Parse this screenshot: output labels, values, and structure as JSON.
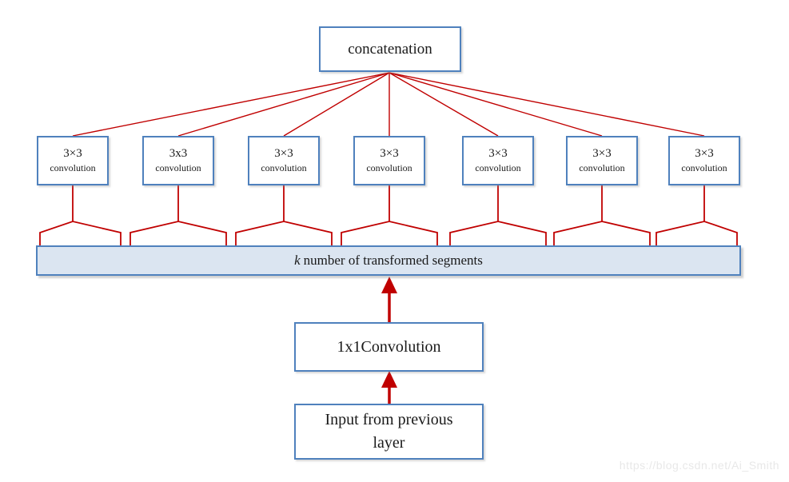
{
  "colors": {
    "box_border": "#4f81bd",
    "red": "#c00000",
    "bar_fill": "#dbe5f1",
    "text": "#1a1a1a",
    "watermark": "#e8e8e8",
    "bg": "#ffffff"
  },
  "nodes": {
    "concatenation": {
      "label": "concatenation"
    },
    "conv_boxes": [
      {
        "size": "3×3",
        "name": "convolution"
      },
      {
        "size": "3x3",
        "name": "convolution"
      },
      {
        "size": "3×3",
        "name": "convolution"
      },
      {
        "size": "3×3",
        "name": "convolution"
      },
      {
        "size": "3×3",
        "name": "convolution"
      },
      {
        "size": "3×3",
        "name": "convolution"
      },
      {
        "size": "3×3",
        "name": "convolution"
      }
    ],
    "segments_bar": {
      "k": "k",
      "rest": "number of transformed segments"
    },
    "conv1x1": {
      "label": "1x1Convolution"
    },
    "input": {
      "line1": "Input from previous",
      "line2": "layer"
    }
  },
  "watermark": {
    "text": "https://blog.csdn.net/Ai_Smith"
  }
}
